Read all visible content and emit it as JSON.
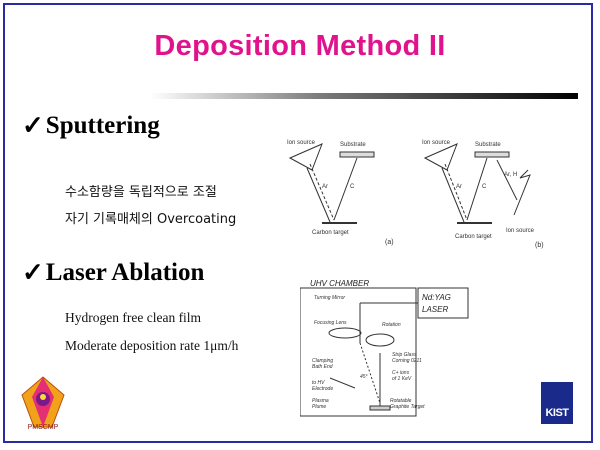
{
  "slide": {
    "title": "Deposition Method II",
    "sections": [
      {
        "heading": "Sputtering",
        "lines": [
          "수소함량을 독립적으로 조절",
          "자기 기록매체의 Overcoating"
        ]
      },
      {
        "heading": "Laser Ablation",
        "lines": [
          "Hydrogen free clean film",
          "Moderate deposition rate 1μm/h"
        ]
      }
    ]
  },
  "sputter_diagram": {
    "a": {
      "substrate": "Substrate",
      "ion_source": "Ion source",
      "ar": "Ar",
      "c": "C",
      "target": "Carbon target",
      "tag": "(a)"
    },
    "b": {
      "substrate": "Substrate",
      "ion_source_top": "Ion source",
      "ar": "Ar",
      "c": "C",
      "arh": "Ar, H",
      "target": "Carbon target",
      "ion_source_bottom": "Ion source",
      "tag": "(b)"
    }
  },
  "laser_diagram": {
    "chamber": "UHV CHAMBER",
    "laser_line1": "Nd:YAG",
    "laser_line2": "LASER",
    "turning_mirror": "Turning Mirror",
    "focusing_lens": "Focusing Lens",
    "rotation": "Rotation",
    "clamping1": "Clamping",
    "clamping2": "Bath End",
    "strip1": "Strip Glass",
    "strip2": "Corning 0211",
    "ions1": "C+ ions",
    "ions2": "of 1 KeV",
    "hv1": "to HV",
    "hv2": "Electrode",
    "plasma1": "Plasma",
    "plasma2": "Plume",
    "rot1": "Rotatable",
    "rot2": "Graphite Target",
    "angle": "45°"
  },
  "logos": {
    "kist": "KIST",
    "left_logo": "PMSCMP"
  },
  "colors": {
    "title": "#e0138c",
    "frame": "#2a2aa8",
    "kist_bg": "#1a2a8a"
  }
}
